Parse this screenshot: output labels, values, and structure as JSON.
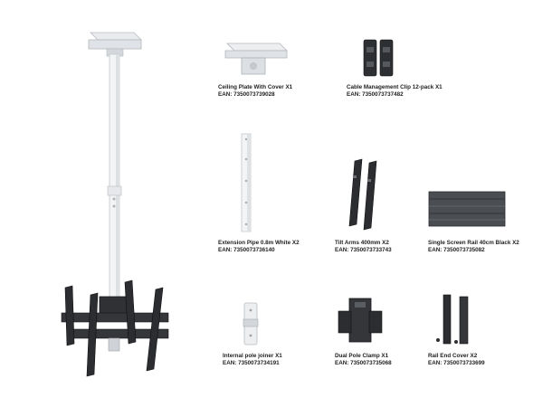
{
  "products": [
    {
      "id": "ceiling-plate",
      "name": "Ceiling Plate With Cover X1",
      "ean": "EAN: 7350073739028"
    },
    {
      "id": "cable-clip",
      "name": "Cable Management Clip 12-pack X1",
      "ean": "EAN: 7350073737482"
    },
    {
      "id": "extension-pipe",
      "name": "Extension Pipe 0.8m White X2",
      "ean": "EAN: 7350073736140"
    },
    {
      "id": "tilt-arms",
      "name": "Tilt Arms 400mm X2",
      "ean": "EAN: 7350073733743"
    },
    {
      "id": "screen-rail",
      "name": "Single Screen Rail 40cm Black X2",
      "ean": "EAN: 7350073735082"
    },
    {
      "id": "pole-joiner",
      "name": "Internal pole joiner X1",
      "ean": "EAN: 7350073734191"
    },
    {
      "id": "pole-clamp",
      "name": "Dual Pole Clamp X1",
      "ean": "EAN: 7350073735068"
    },
    {
      "id": "rail-end-cover",
      "name": "Rail End Cover X2",
      "ean": "EAN: 7350073733699"
    }
  ],
  "colors": {
    "white_part": "#f2f3f4",
    "white_shade": "#c9ccd0",
    "black_part": "#2b2d30",
    "black_shade": "#15171a",
    "grey_rail": "#4a4d52"
  }
}
